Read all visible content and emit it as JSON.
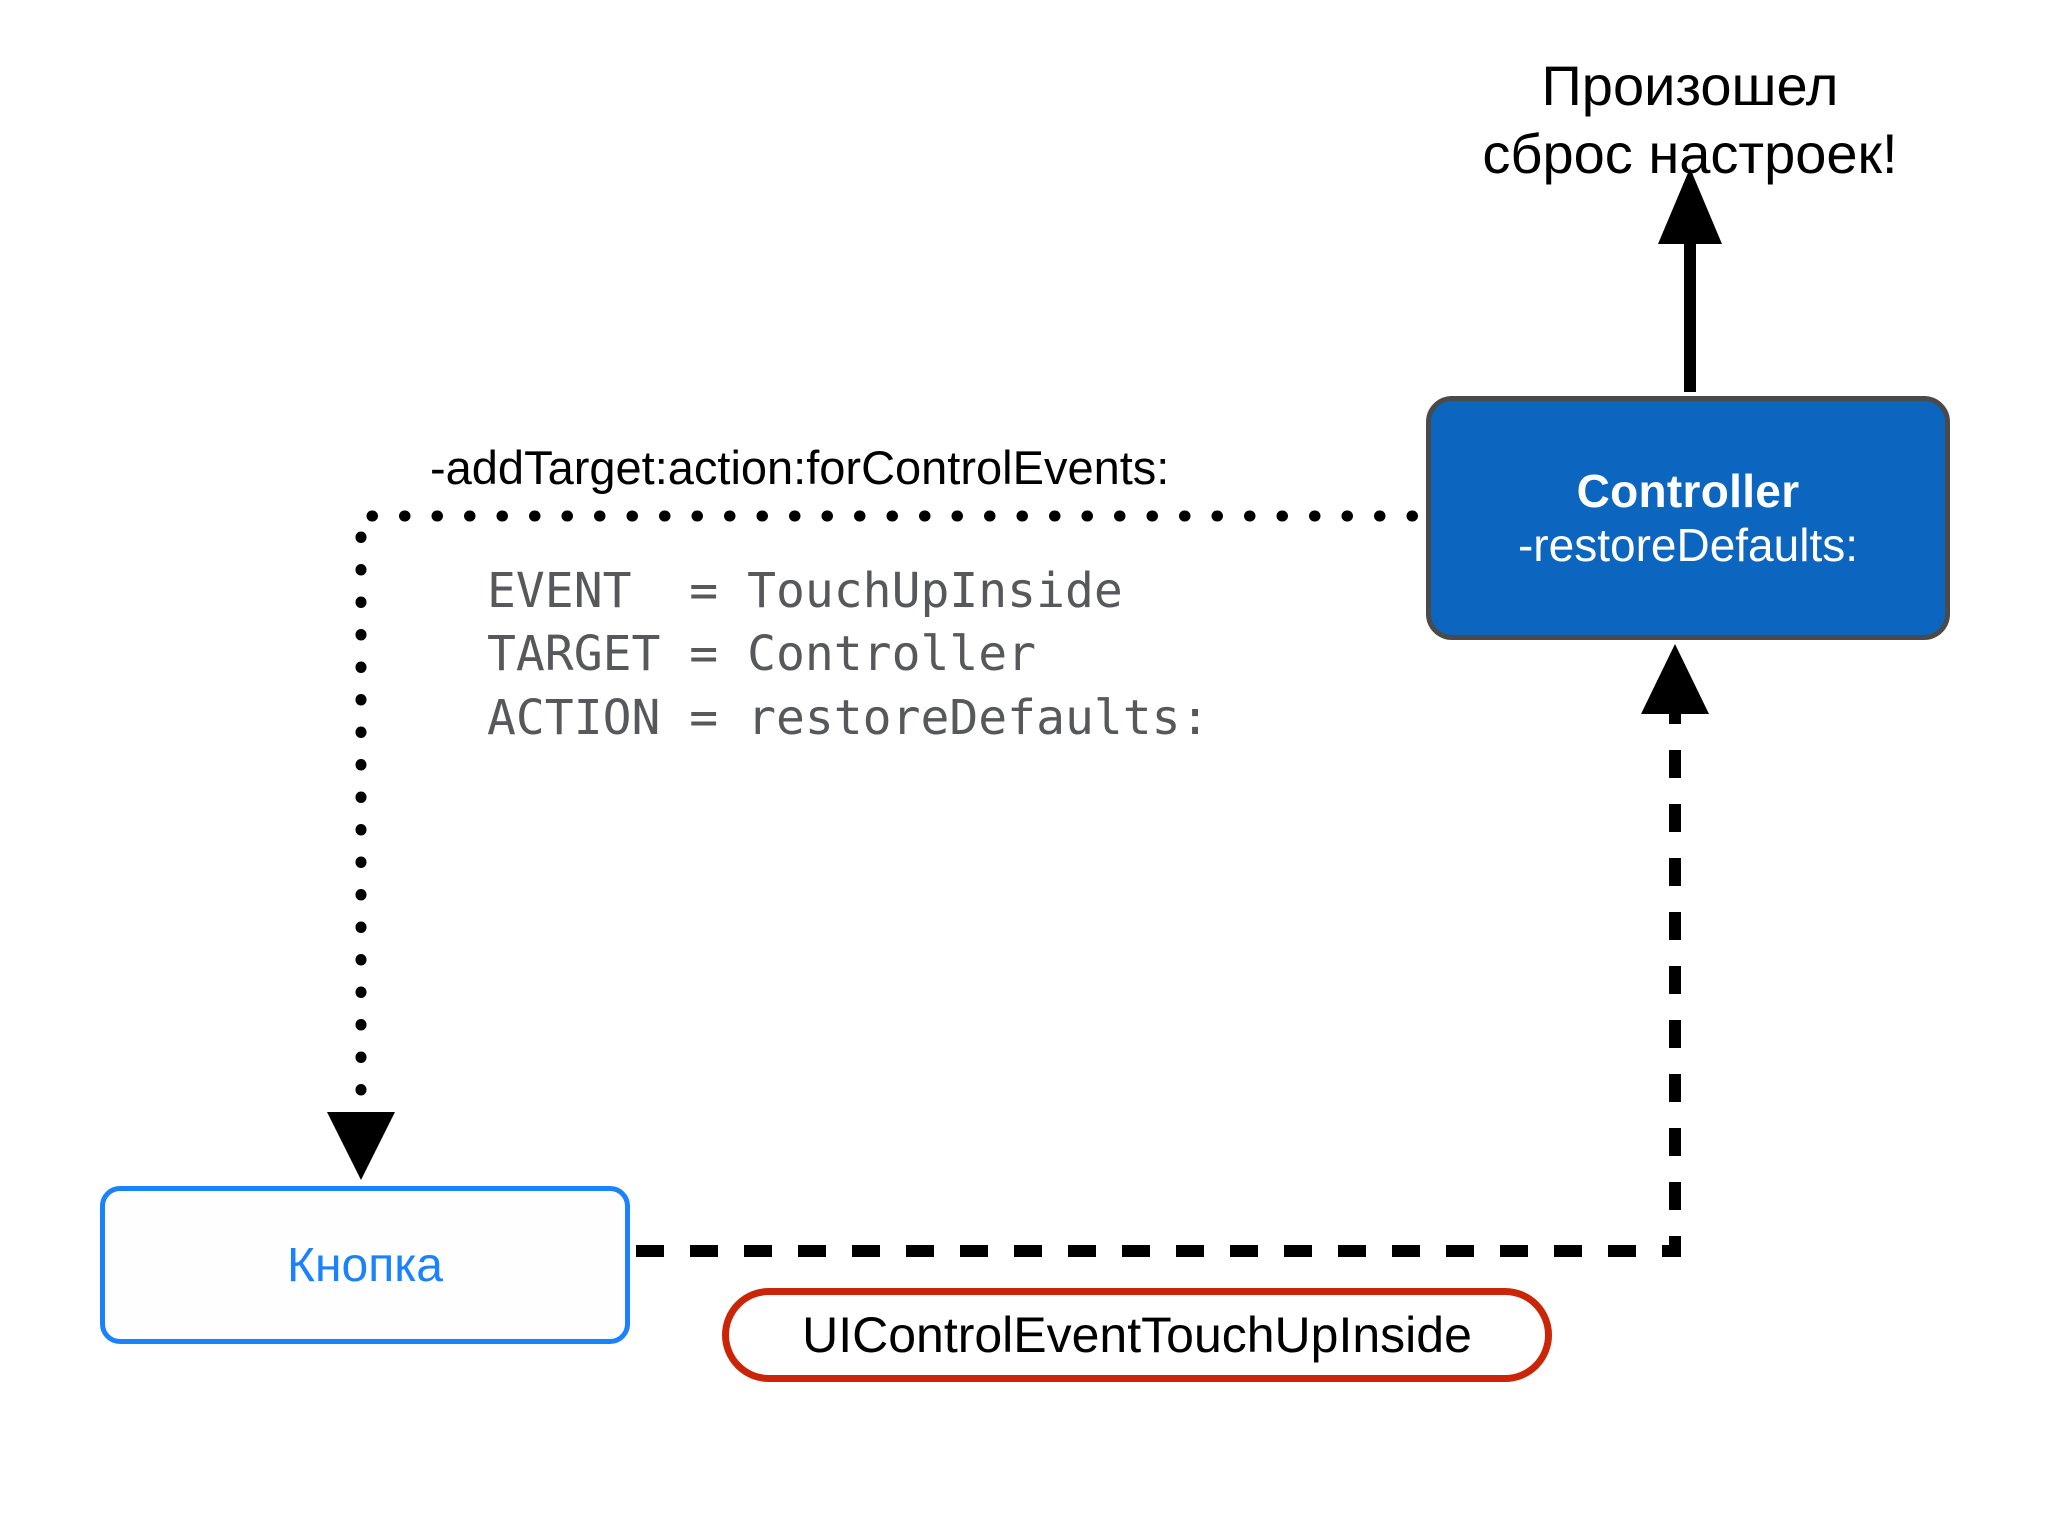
{
  "diagram": {
    "title_note": "Произошел\nсброс настроек!",
    "selector_label": "-addTarget:action:forControlEvents:",
    "code": {
      "lines": [
        "EVENT  = TouchUpInside",
        "TARGET = Controller",
        "ACTION = restoreDefaults:"
      ],
      "text": "EVENT  = TouchUpInside\nTARGET = Controller\nACTION = restoreDefaults:"
    },
    "controller": {
      "title": "Controller",
      "method": "-restoreDefaults:",
      "fill": "#0C66C0",
      "border": "#4a4a4a",
      "text_color": "#ffffff"
    },
    "button": {
      "label": "Кнопка",
      "border": "#1a82fc",
      "text_color": "#1a82fc",
      "fill": "#fefeff"
    },
    "event_pill": {
      "label": "UIControlEventTouchUpInside",
      "border": "#cb2507",
      "text_color": "#000000"
    },
    "connectors": {
      "registration_label": "dotted-registration-path",
      "dispatch_label": "dashed-event-dispatch-path",
      "result_label": "solid-result-arrow",
      "dotted_color": "#000000",
      "dashed_color": "#000000",
      "solid_color": "#000000"
    }
  }
}
